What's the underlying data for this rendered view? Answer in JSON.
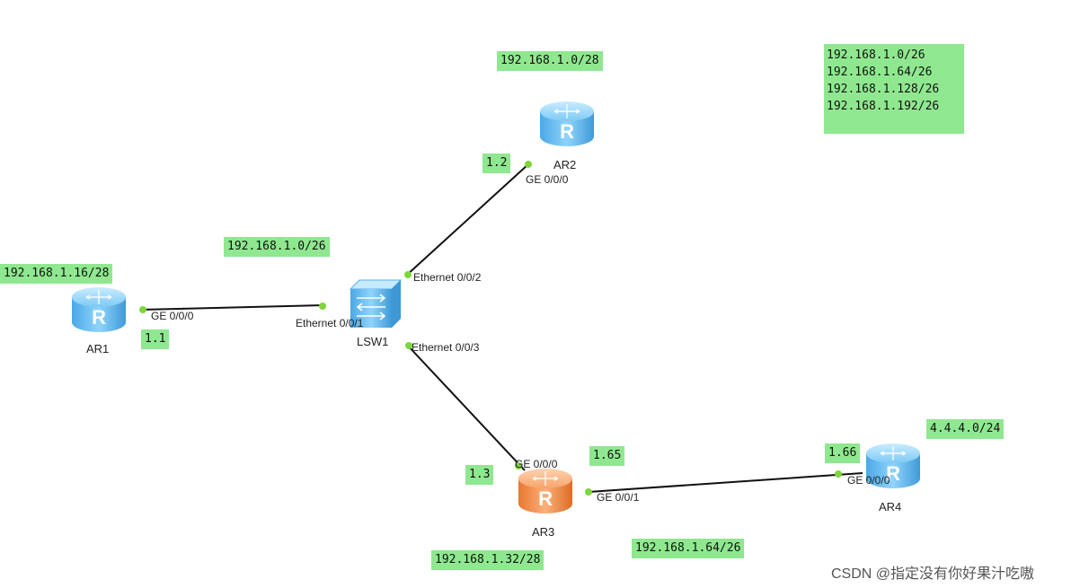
{
  "devices": {
    "ar1": {
      "name": "AR1",
      "icon": "router-icon",
      "color": "#64b8ee"
    },
    "ar2": {
      "name": "AR2",
      "icon": "router-icon",
      "color": "#64b8ee"
    },
    "ar3": {
      "name": "AR3",
      "icon": "router-icon",
      "color": "#f2944e"
    },
    "ar4": {
      "name": "AR4",
      "icon": "router-icon",
      "color": "#64b8ee"
    },
    "lsw1": {
      "name": "LSW1",
      "icon": "switch-icon",
      "color": "#64b8ee"
    }
  },
  "ports": {
    "ar1_ge000": "GE 0/0/0",
    "lsw1_e001": "Ethernet 0/0/1",
    "lsw1_e002": "Ethernet 0/0/2",
    "lsw1_e003": "Ethernet 0/0/3",
    "ar2_ge000": "GE 0/0/0",
    "ar3_ge000": "GE 0/0/0",
    "ar3_ge001": "GE 0/0/1",
    "ar4_ge000": "GE 0/0/0"
  },
  "notes": {
    "top_center_net": "192.168.1.0/28",
    "subnet_list": "192.168.1.0/26\n192.168.1.64/26\n192.168.1.128/26\n192.168.1.192/26",
    "lan_net": "192.168.1.0/26",
    "ar1_net": "192.168.1.16/28",
    "ar1_ip": "1.1",
    "ar2_ip": "1.2",
    "ar3_ip_lan": "1.3",
    "ar3_ip_wan": "1.65",
    "ar4_ip": "1.66",
    "ar4_net": "4.4.4.0/24",
    "ar3_net": "192.168.1.32/28",
    "wan_net": "192.168.1.64/26"
  },
  "colors": {
    "note_bg": "#8fe88f",
    "link": "#111111",
    "port_dot": "#7dd63b"
  },
  "watermark": "CSDN @指定没有你好果汁吃嗷"
}
